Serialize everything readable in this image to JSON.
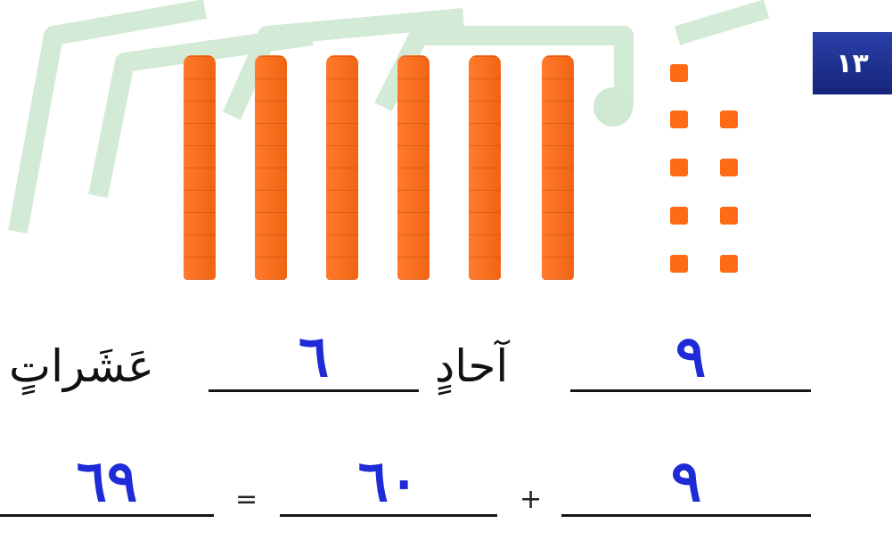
{
  "page_number": "١٣",
  "model": {
    "tens_rods": 6,
    "ones_cubes": 9,
    "color": "#ff6b14"
  },
  "place_value_row": {
    "ones_answer": "٩",
    "ones_word": "آحادٍ",
    "tens_answer": "٦",
    "tens_word": "عَشَراتٍ"
  },
  "sum_row": {
    "ones": "٩",
    "plus": "+",
    "tens_value": "٦٠",
    "equals": "=",
    "total": "٦٩"
  },
  "colors": {
    "answer_ink": "#1f2bd6",
    "badge": "#1e2f92",
    "watermark": "#cfe8d2"
  }
}
